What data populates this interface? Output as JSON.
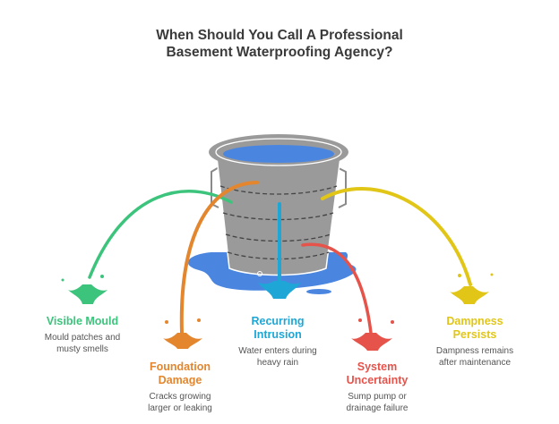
{
  "title": {
    "line1": "When Should You Call A Professional",
    "line2": "Basement Waterproofing Agency?"
  },
  "central_image": "bucket-leaking-water",
  "items": [
    {
      "heading_lines": [
        "Visible Mould"
      ],
      "desc_lines": [
        "Mould patches and",
        "musty smells"
      ],
      "color": "#3cc47c",
      "icon": "splash-icon"
    },
    {
      "heading_lines": [
        "Foundation",
        "Damage"
      ],
      "desc_lines": [
        "Cracks growing",
        "larger or leaking"
      ],
      "color": "#e3862e",
      "icon": "splash-icon"
    },
    {
      "heading_lines": [
        "Recurring",
        "Intrusion"
      ],
      "desc_lines": [
        "Water enters during",
        "heavy rain"
      ],
      "color": "#1ea7d6",
      "icon": "splash-icon"
    },
    {
      "heading_lines": [
        "System",
        "Uncertainty"
      ],
      "desc_lines": [
        "Sump pump or",
        "drainage failure"
      ],
      "color": "#e5534b",
      "icon": "splash-icon"
    },
    {
      "heading_lines": [
        "Dampness",
        "Persists"
      ],
      "desc_lines": [
        "Dampness remains",
        "after maintenance"
      ],
      "color": "#e2c617",
      "icon": "splash-icon"
    }
  ],
  "colors": {
    "bucket": "#9a9a9a",
    "water": "#4a86e0",
    "title": "#3a3a3a"
  }
}
